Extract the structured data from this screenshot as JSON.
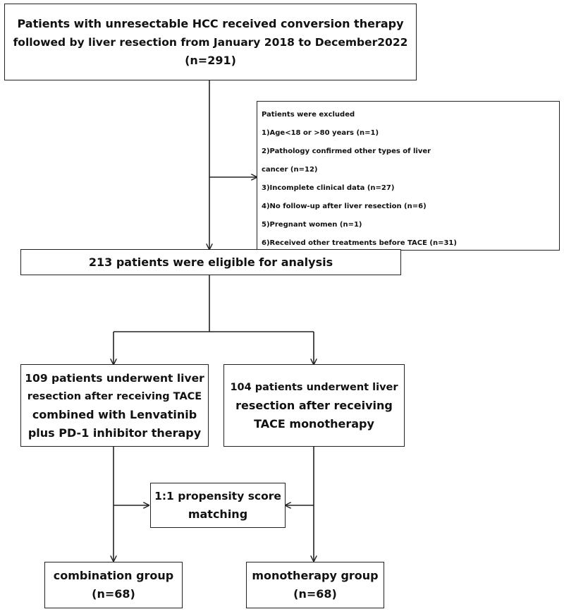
{
  "boxes": {
    "source": {
      "lines": [
        "Patients with unresectable HCC received conversion therapy",
        "followed by liver resection from January 2018 to December2022",
        "(n=291)"
      ]
    },
    "exclusion": {
      "title": "Patients were excluded",
      "items": [
        "1)Age<18 or >80 years (n=1)",
        "2)Pathology confirmed other types of liver",
        "cancer (n=12)",
        "3)Incomplete clinical data (n=27)",
        "4)No follow-up after liver resection (n=6)",
        "5)Pregnant women (n=1)",
        "6)Received other treatments before TACE (n=31)"
      ]
    },
    "eligible": {
      "lines": [
        "213 patients were eligible for analysis"
      ]
    },
    "combination_arm": {
      "lines": [
        "109 patients underwent liver",
        "resection after receiving TACE",
        "combined with Lenvatinib",
        "plus PD-1 inhibitor therapy"
      ]
    },
    "monotherapy_arm": {
      "lines": [
        "104 patients underwent liver",
        "resection after receiving",
        "TACE monotherapy"
      ]
    },
    "matching": {
      "lines": [
        "1:1 propensity score",
        "matching"
      ]
    },
    "combination_group": {
      "lines": [
        "combination group",
        "(n=68)"
      ]
    },
    "monotherapy_group": {
      "lines": [
        "monotherapy group",
        "(n=68)"
      ]
    }
  }
}
